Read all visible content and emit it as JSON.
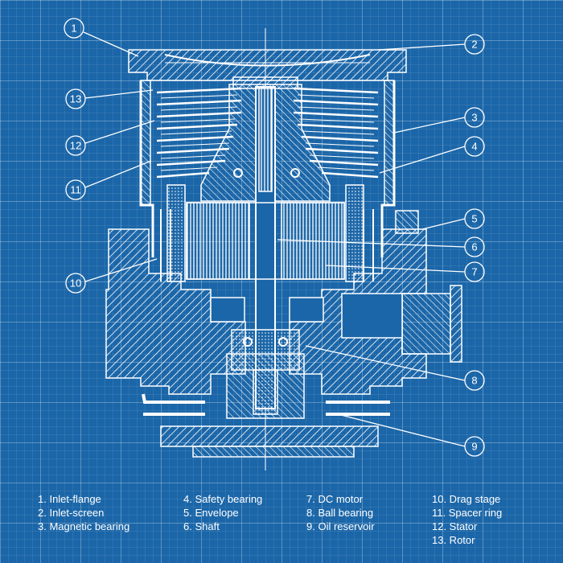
{
  "callouts": [
    "1",
    "2",
    "3",
    "4",
    "5",
    "6",
    "7",
    "8",
    "9",
    "10",
    "11",
    "12",
    "13"
  ],
  "legend": [
    [
      "1. Inlet-flange",
      "2. Inlet-screen",
      "3. Magnetic bearing"
    ],
    [
      "4. Safety bearing",
      "5. Envelope",
      "6. Shaft"
    ],
    [
      "7. DC motor",
      "8. Ball bearing",
      "9. Oil reservoir"
    ],
    [
      "10. Drag stage",
      "11. Spacer ring",
      "12. Stator",
      "13. Rotor"
    ]
  ],
  "colors": {
    "background": "#1b66a8",
    "line": "#ffffff"
  }
}
